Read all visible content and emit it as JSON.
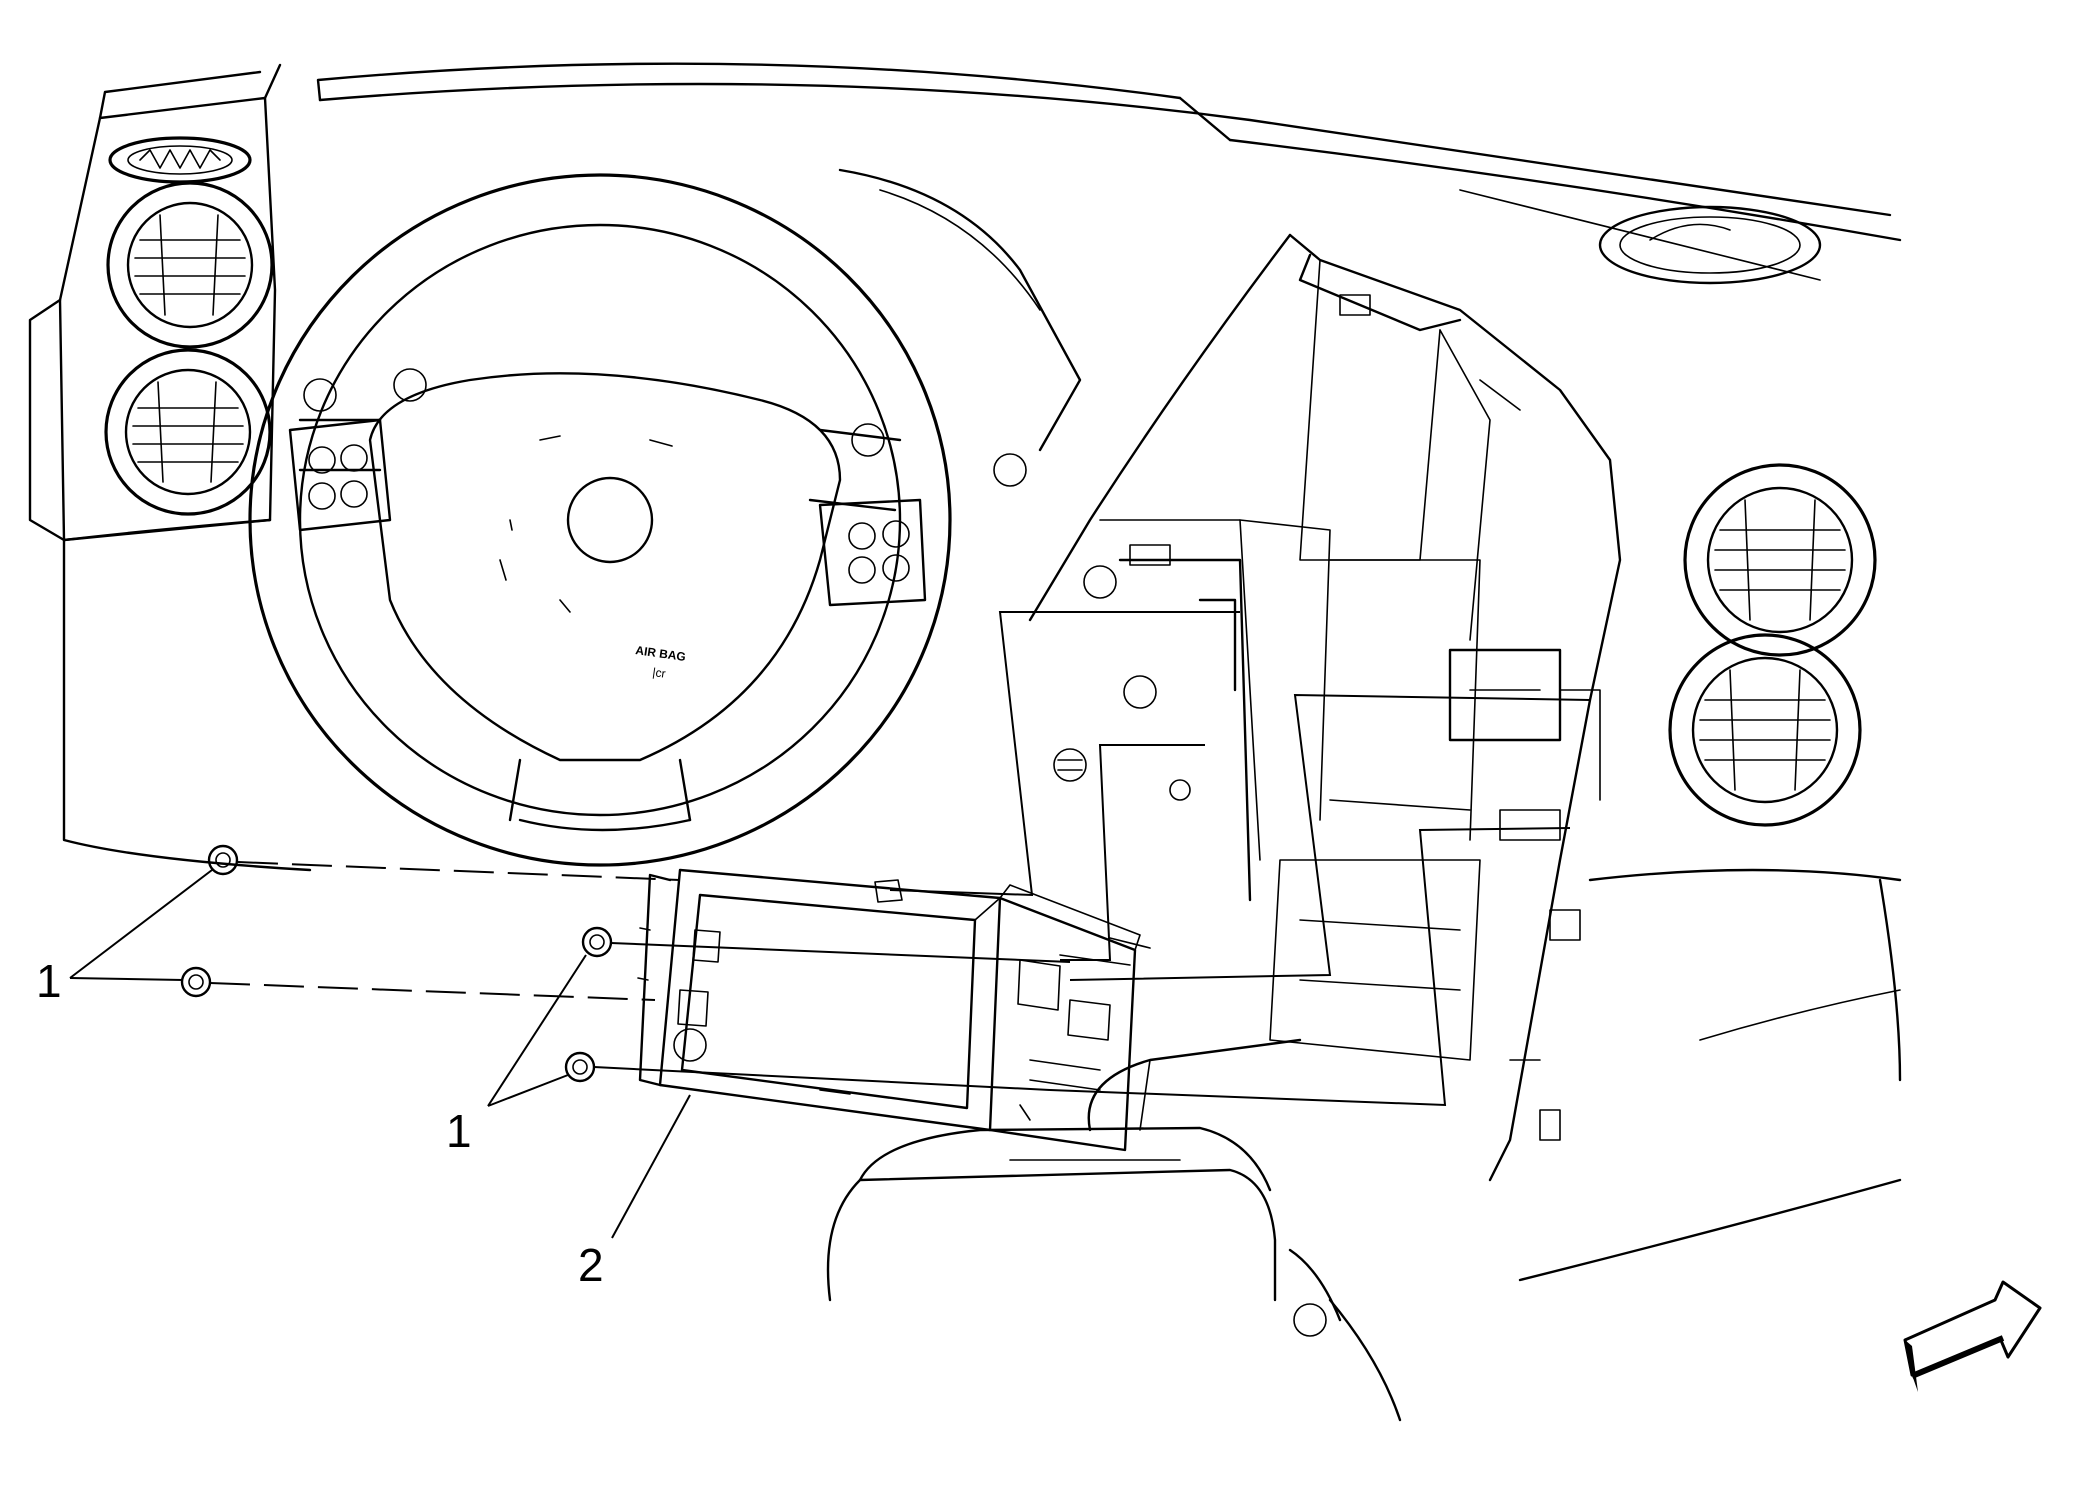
{
  "callouts": [
    {
      "id": "fastener-upper-left",
      "label": "1"
    },
    {
      "id": "fastener-lower-center",
      "label": "1"
    },
    {
      "id": "radio-unit",
      "label": "2"
    }
  ],
  "steering_wheel": {
    "airbag_text_line1": "AIR BAG",
    "airbag_text_line2": "|cr"
  },
  "colors": {
    "line": "#000000",
    "background": "#ffffff"
  }
}
